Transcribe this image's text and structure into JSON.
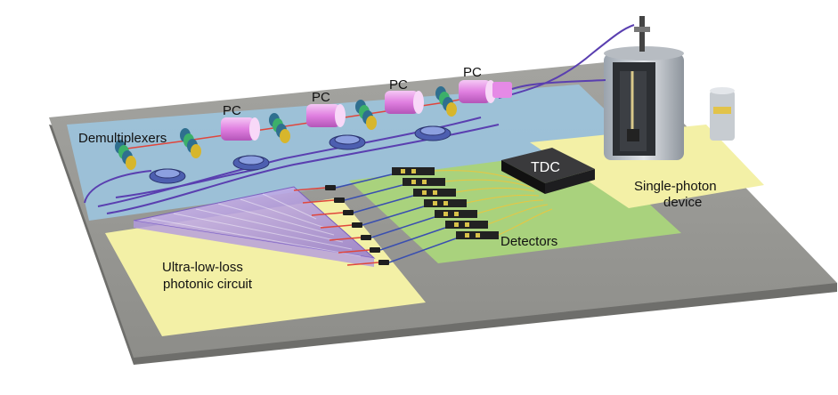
{
  "labels": {
    "demux": "Demultiplexers",
    "pc1": "PC",
    "pc2": "PC",
    "pc3": "PC",
    "pc4": "PC",
    "tdc": "TDC",
    "device_line1": "Single-photon",
    "device_line2": "device",
    "detectors": "Detectors",
    "circuit_line1": "Ultra-low-loss",
    "circuit_line2": "photonic circuit"
  },
  "colors": {
    "platform_top": "#9a9a96",
    "platform_edge": "#6e6e6b",
    "blue_zone": "#9cc3dc",
    "yellow_zone": "#f3f0a6",
    "green_zone": "#a9d27d",
    "pc_magenta": "#e58ae6",
    "fiber_purple": "#5a3fb0",
    "laser_red": "#e0463c",
    "tdc_black": "#1d1d1f"
  }
}
